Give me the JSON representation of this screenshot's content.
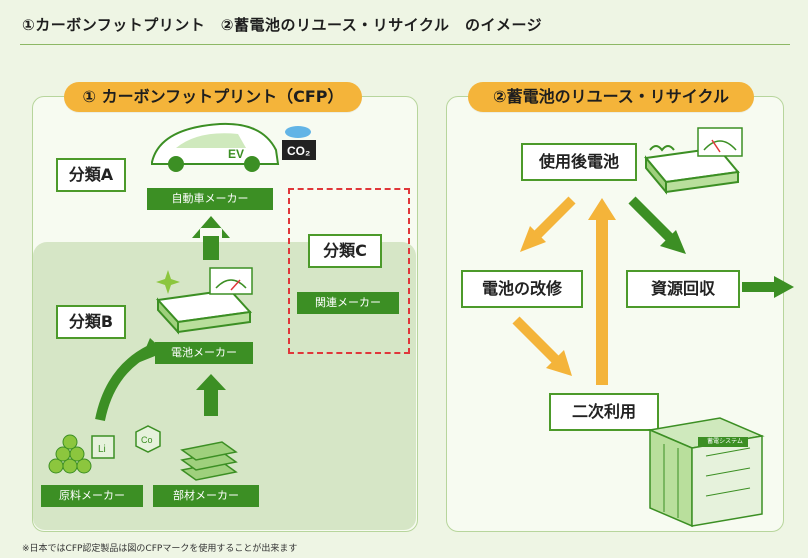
{
  "title": "①カーボンフットプリント　②蓄電池のリユース・リサイクル　のイメージ",
  "left_panel": {
    "header": "① カーボンフットプリント（CFP）",
    "class_a": "分類A",
    "class_b": "分類B",
    "class_c": "分類C",
    "automaker": "自動車メーカー",
    "battery_maker": "電池メーカー",
    "related_maker": "関連メーカー",
    "raw_material_maker": "原料メーカー",
    "parts_maker": "部材メーカー",
    "ev_label": "EV",
    "co2_label": "CO₂"
  },
  "right_panel": {
    "header": "②蓄電池のリユース・リサイクル",
    "used_battery": "使用後電池",
    "battery_repair": "電池の改修",
    "resource_recovery": "資源回収",
    "secondary_use": "二次利用",
    "storage_system_label": "蓄電システム"
  },
  "footnote": "※日本ではCFP認定製品は図のCFPマークを使用することが出来ます",
  "colors": {
    "accent_orange": "#f4b43a",
    "green": "#3c8f24",
    "dashed_red": "#e0373a"
  }
}
